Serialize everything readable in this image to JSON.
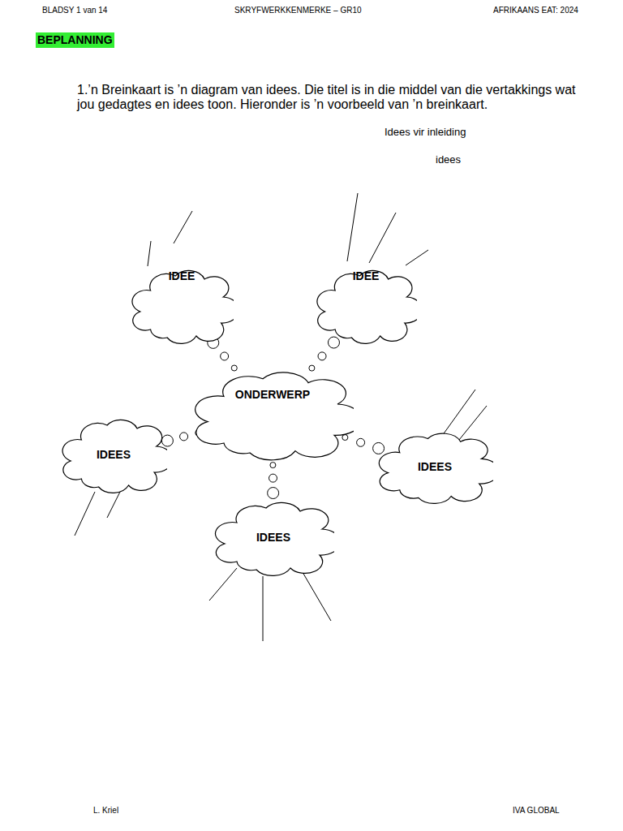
{
  "diagram": {
    "title": "BEPLANNING",
    "nodes": [
      {
        "text": [
          "IDEE"
        ]
      },
      {
        "text": [
          "IDEE"
        ]
      },
      {
        "text": [
          "ONDERWERP"
        ]
      },
      {
        "text": [
          "IDEES"
        ]
      },
      {
        "text": [
          "IDEES"
        ]
      },
      {
        "text": [
          "IDEES"
        ]
      }
    ],
    "edges": [
      {
        "from": 2,
        "to": 0,
        "arrow": "none"
      },
      {
        "from": 2,
        "to": 1,
        "arrow": "none"
      },
      {
        "from": 2,
        "to": 3,
        "arrow": "none"
      },
      {
        "from": 2,
        "to": 4,
        "arrow": "none"
      },
      {
        "from": 2,
        "to": 5,
        "arrow": "none"
      }
    ],
    "labels": [
      "BLADSY 1 van 14",
      "SKRYFWERKKENMERKE – GR10",
      "AFRIKAANS EAT: 2024",
      "1.’n Breinkaart is ’n diagram van idees. Die titel is in die middel van die vertakkings wat jou gedagtes en idees toon. Hieronder is ’n voorbeeld van ’n breinkaart.",
      "Idees vir inleiding",
      "idees",
      "L. Kriel",
      "IVA GLOBAL"
    ]
  }
}
